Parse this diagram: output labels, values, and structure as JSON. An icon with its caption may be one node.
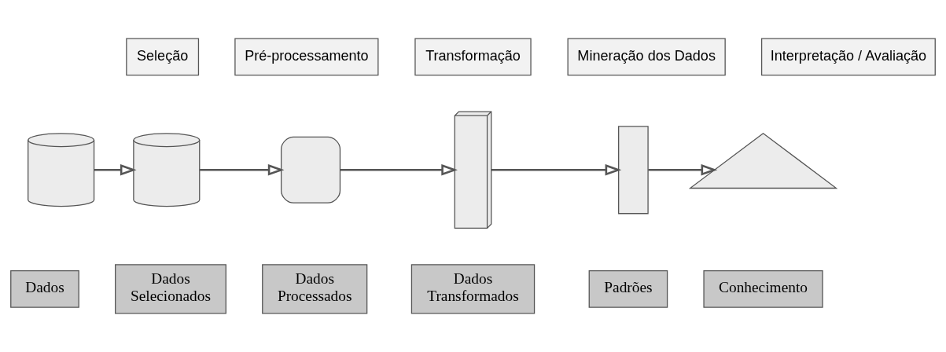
{
  "diagram": {
    "nodes": [
      {
        "text": [
          "Seleção"
        ]
      },
      {
        "text": [
          "Pré-processamento"
        ]
      },
      {
        "text": [
          "Transformação"
        ]
      },
      {
        "text": [
          "Mineração dos Dados"
        ]
      },
      {
        "text": [
          "Interpretação / Avaliação"
        ]
      },
      {
        "text": [],
        "shape": "cylinder"
      },
      {
        "text": [],
        "shape": "cylinder"
      },
      {
        "text": [],
        "shape": "box"
      },
      {
        "text": [],
        "shape": "picture"
      },
      {
        "text": [],
        "shape": "bar"
      },
      {
        "text": [],
        "shape": "triangle"
      },
      {
        "text": [
          "Dados"
        ]
      },
      {
        "text": [
          "Dados Selecionados"
        ]
      },
      {
        "text": [
          "Dados Processados"
        ]
      },
      {
        "text": [
          "Dados Transformados"
        ]
      },
      {
        "text": [
          "Padrões"
        ]
      },
      {
        "text": [
          "Conhecimento"
        ]
      }
    ],
    "edges": [
      {
        "from": 5,
        "to": 6,
        "arrow": "to"
      },
      {
        "from": 6,
        "to": 7,
        "arrow": "to"
      },
      {
        "from": 7,
        "to": 8,
        "arrow": "to"
      },
      {
        "from": 8,
        "to": 9,
        "arrow": "to"
      },
      {
        "from": 9,
        "to": 10,
        "arrow": "to"
      }
    ]
  }
}
